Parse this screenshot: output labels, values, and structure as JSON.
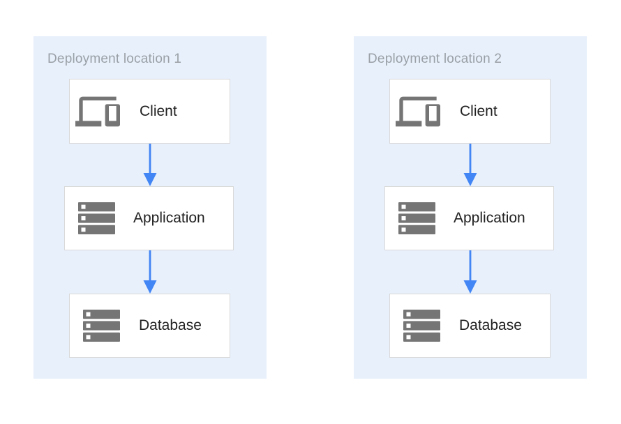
{
  "diagram": {
    "description": "Two-region deployment architecture diagram, each region stacking Client, Application and Database tiers connected by downward arrows",
    "panels": [
      {
        "title": "Deployment location 1",
        "nodes": [
          {
            "label": "Client",
            "icon": "devices-icon"
          },
          {
            "label": "Application",
            "icon": "server-stack-icon"
          },
          {
            "label": "Database",
            "icon": "server-stack-icon"
          }
        ],
        "arrows": [
          {
            "from": "Client",
            "to": "Application",
            "direction": "down"
          },
          {
            "from": "Application",
            "to": "Database",
            "direction": "down"
          }
        ]
      },
      {
        "title": "Deployment location 2",
        "nodes": [
          {
            "label": "Client",
            "icon": "devices-icon"
          },
          {
            "label": "Application",
            "icon": "server-stack-icon"
          },
          {
            "label": "Database",
            "icon": "server-stack-icon"
          }
        ],
        "arrows": [
          {
            "from": "Client",
            "to": "Application",
            "direction": "down"
          },
          {
            "from": "Application",
            "to": "Database",
            "direction": "down"
          }
        ]
      }
    ],
    "colors": {
      "page_background": "#FFFFFF",
      "panel_background": "#E8F0FB",
      "node_background": "#FFFFFF",
      "node_border": "#D9D9D9",
      "arrow": "#4285F4",
      "icon": "#757575",
      "title_text": "#9AA0A6",
      "label_text": "#212121"
    }
  }
}
